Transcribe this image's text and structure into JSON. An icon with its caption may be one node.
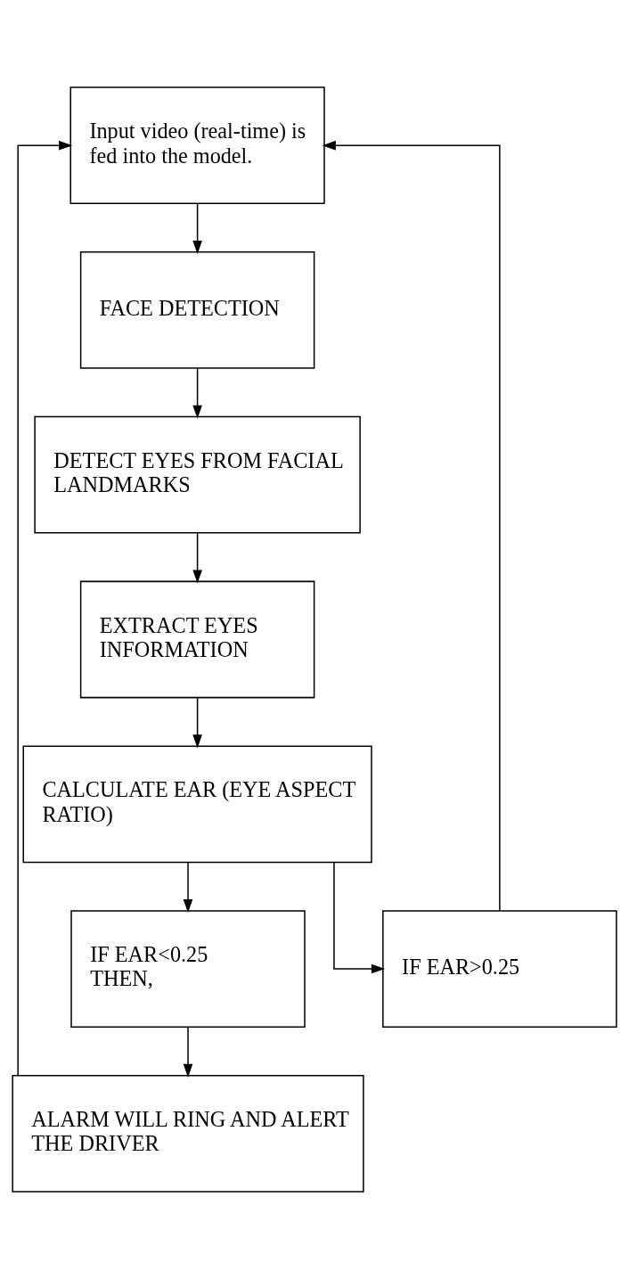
{
  "diagram": {
    "nodes": [
      {
        "text": [
          "Input video (real-time) is fed into the model."
        ]
      },
      {
        "text": [
          "FACE DETECTION"
        ]
      },
      {
        "text": [
          "DETECT EYES FROM FACIAL LANDMARKS"
        ]
      },
      {
        "text": [
          "EXTRACT EYES INFORMATION"
        ]
      },
      {
        "text": [
          "CALCULATE EAR (EYE ASPECT RATIO)"
        ]
      },
      {
        "text": [
          "IF EAR<0.25 THEN,"
        ]
      },
      {
        "text": [
          "IF EAR>0.25"
        ]
      },
      {
        "text": [
          "ALARM WILL RING AND ALERT THE DRIVER"
        ]
      }
    ],
    "edges": [
      {
        "from": 0,
        "to": 1,
        "arrow": "to"
      },
      {
        "from": 1,
        "to": 2,
        "arrow": "to"
      },
      {
        "from": 2,
        "to": 3,
        "arrow": "to"
      },
      {
        "from": 3,
        "to": 4,
        "arrow": "to"
      },
      {
        "from": 4,
        "to": 5,
        "arrow": "to"
      },
      {
        "from": 4,
        "to": 6,
        "arrow": "to"
      },
      {
        "from": 6,
        "to": 0,
        "arrow": "to"
      },
      {
        "from": 5,
        "to": 7,
        "arrow": "to"
      },
      {
        "from": 7,
        "to": 0,
        "arrow": "to"
      }
    ]
  }
}
